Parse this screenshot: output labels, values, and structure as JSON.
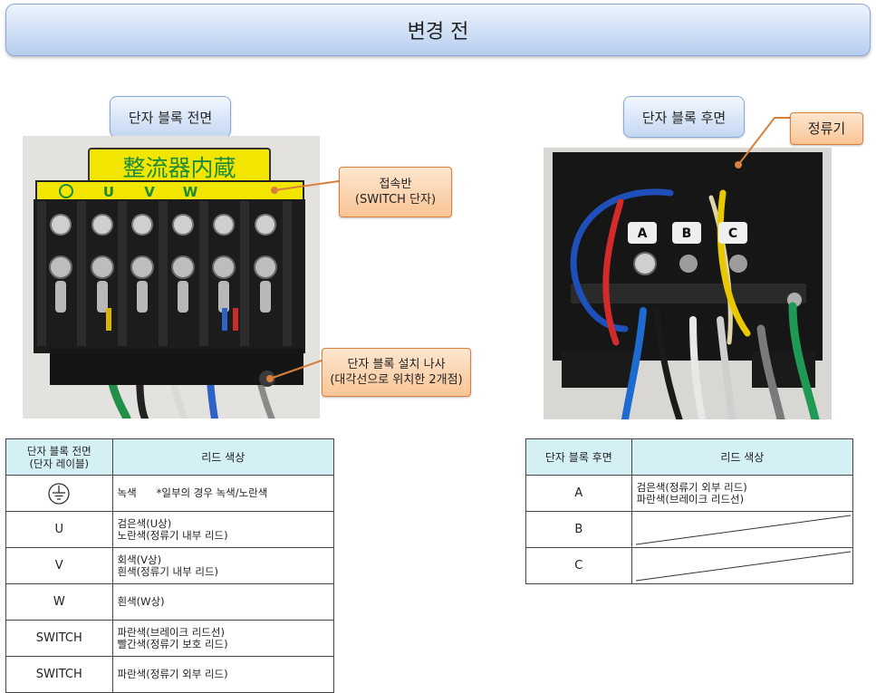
{
  "title": "변경 전",
  "front": {
    "label": "단자 블록 전면",
    "plate_text": "整流器内蔵",
    "terminal_labels": [
      "U",
      "V",
      "W"
    ],
    "callouts": [
      {
        "lines": [
          "접속반",
          "(SWITCH 단자)"
        ]
      },
      {
        "lines": [
          "단자 블록 설치 나사",
          "(대각선으로 위치한 2개점)"
        ]
      }
    ],
    "table": {
      "headers": [
        "단자 블록 전면\n(단자 레이블)",
        "리드 색상"
      ],
      "rows": [
        {
          "key": "",
          "key_icon": "ground-symbol-icon",
          "lead": [
            "녹색      *일부의 경우 녹색/노란색"
          ]
        },
        {
          "key": "U",
          "lead": [
            "검은색(U상)",
            "노란색(정류기 내부 리드)"
          ]
        },
        {
          "key": "V",
          "lead": [
            "회색(V상)",
            "흰색(정류기 내부 리드)"
          ]
        },
        {
          "key": "W",
          "lead": [
            "흰색(W상)"
          ]
        },
        {
          "key": "SWITCH",
          "lead": [
            "파란색(브레이크 리드선)",
            "빨간색(정류기 보호 리드)"
          ]
        },
        {
          "key": "SWITCH",
          "lead": [
            "파란색(정류기 외부 리드)"
          ]
        }
      ]
    }
  },
  "rear": {
    "label": "단자 블록 후면",
    "terminal_labels": [
      "A",
      "B",
      "C"
    ],
    "callout": {
      "lines": [
        "정류기"
      ]
    },
    "table": {
      "headers": [
        "단자 블록 후면",
        "리드 색상"
      ],
      "rows": [
        {
          "key": "A",
          "lead": [
            "검은색(정류기 외부 리드)",
            "파란색(브레이크 리드선)"
          ]
        },
        {
          "key": "B",
          "lead": [],
          "crossed": true
        },
        {
          "key": "C",
          "lead": [],
          "crossed": true
        }
      ]
    }
  },
  "colors": {
    "banner": "#cfdff5",
    "callout": "#f9c595",
    "table_header": "#d4f0f4",
    "plate": "#f2e600",
    "plate_text": "#1d8a3a"
  }
}
